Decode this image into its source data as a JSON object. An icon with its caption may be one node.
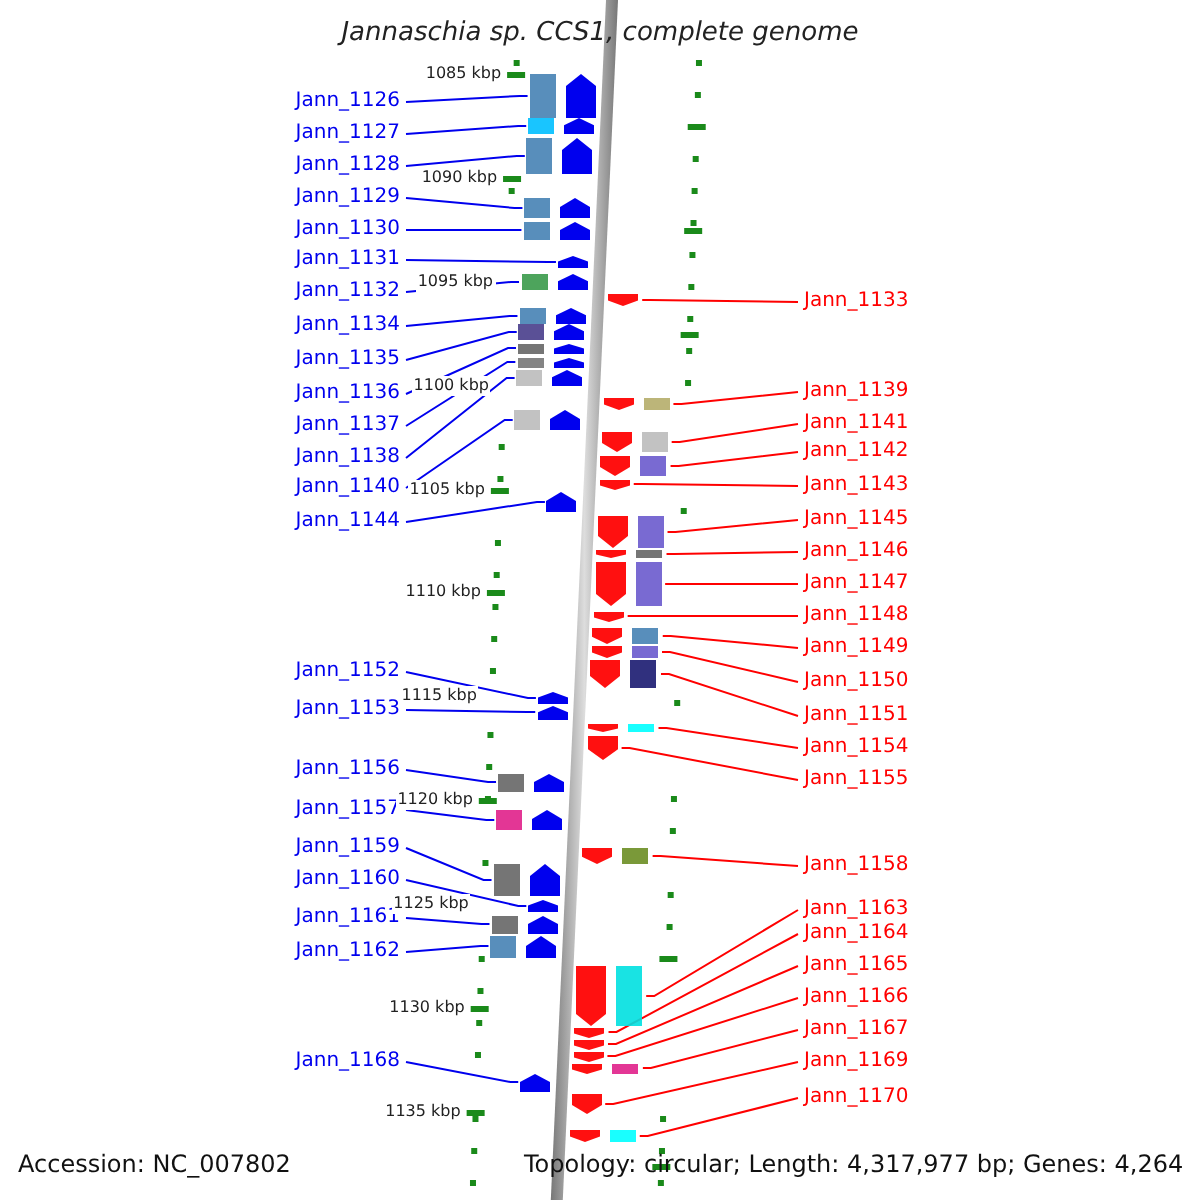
{
  "diagram": {
    "title": "Jannaschia sp. CCS1, complete genome",
    "nodes": [
      {
        "text": [
          "Jann_1126"
        ]
      },
      {
        "text": [
          "Jann_1127"
        ]
      },
      {
        "text": [
          "Jann_1128"
        ]
      },
      {
        "text": [
          "Jann_1129"
        ]
      },
      {
        "text": [
          "Jann_1130"
        ]
      },
      {
        "text": [
          "Jann_1131"
        ]
      },
      {
        "text": [
          "Jann_1132"
        ]
      },
      {
        "text": [
          "Jann_1134"
        ]
      },
      {
        "text": [
          "Jann_1135"
        ]
      },
      {
        "text": [
          "Jann_1136"
        ]
      },
      {
        "text": [
          "Jann_1137"
        ]
      },
      {
        "text": [
          "Jann_1138"
        ]
      },
      {
        "text": [
          "Jann_1140"
        ]
      },
      {
        "text": [
          "Jann_1144"
        ]
      },
      {
        "text": [
          "Jann_1152"
        ]
      },
      {
        "text": [
          "Jann_1153"
        ]
      },
      {
        "text": [
          "Jann_1156"
        ]
      },
      {
        "text": [
          "Jann_1157"
        ]
      },
      {
        "text": [
          "Jann_1159"
        ]
      },
      {
        "text": [
          "Jann_1160"
        ]
      },
      {
        "text": [
          "Jann_1161"
        ]
      },
      {
        "text": [
          "Jann_1162"
        ]
      },
      {
        "text": [
          "Jann_1168"
        ]
      },
      {
        "text": [
          "Jann_1133"
        ]
      },
      {
        "text": [
          "Jann_1139"
        ]
      },
      {
        "text": [
          "Jann_1141"
        ]
      },
      {
        "text": [
          "Jann_1142"
        ]
      },
      {
        "text": [
          "Jann_1143"
        ]
      },
      {
        "text": [
          "Jann_1145"
        ]
      },
      {
        "text": [
          "Jann_1146"
        ]
      },
      {
        "text": [
          "Jann_1147"
        ]
      },
      {
        "text": [
          "Jann_1148"
        ]
      },
      {
        "text": [
          "Jann_1149"
        ]
      },
      {
        "text": [
          "Jann_1150"
        ]
      },
      {
        "text": [
          "Jann_1151"
        ]
      },
      {
        "text": [
          "Jann_1154"
        ]
      },
      {
        "text": [
          "Jann_1155"
        ]
      },
      {
        "text": [
          "Jann_1158"
        ]
      },
      {
        "text": [
          "Jann_1163"
        ]
      },
      {
        "text": [
          "Jann_1164"
        ]
      },
      {
        "text": [
          "Jann_1165"
        ]
      },
      {
        "text": [
          "Jann_1166"
        ]
      },
      {
        "text": [
          "Jann_1167"
        ]
      },
      {
        "text": [
          "Jann_1169"
        ]
      },
      {
        "text": [
          "Jann_1170"
        ]
      },
      {
        "text": [],
        "shape": "arrow"
      },
      {
        "text": [],
        "shape": "arrow"
      },
      {
        "text": [],
        "shape": "arrow"
      },
      {
        "text": [],
        "shape": "arrow"
      },
      {
        "text": [],
        "shape": "arrow"
      },
      {
        "text": [],
        "shape": "arrow"
      },
      {
        "text": [],
        "shape": "arrow"
      },
      {
        "text": [],
        "shape": "arrow"
      },
      {
        "text": [],
        "shape": "arrow"
      },
      {
        "text": [],
        "shape": "arrow"
      },
      {
        "text": [],
        "shape": "arrow"
      },
      {
        "text": [],
        "shape": "arrow"
      },
      {
        "text": [],
        "shape": "arrow"
      },
      {
        "text": [],
        "shape": "arrow"
      },
      {
        "text": [],
        "shape": "arrow"
      },
      {
        "text": [],
        "shape": "arrow"
      },
      {
        "text": [],
        "shape": "arrow"
      },
      {
        "text": [],
        "shape": "arrow"
      },
      {
        "text": [],
        "shape": "arrow"
      },
      {
        "text": [],
        "shape": "arrow"
      },
      {
        "text": [],
        "shape": "arrow"
      },
      {
        "text": [],
        "shape": "arrow"
      },
      {
        "text": [],
        "shape": "arrow"
      },
      {
        "text": [],
        "shape": "arrow"
      },
      {
        "text": [],
        "shape": "arrow"
      },
      {
        "text": [],
        "shape": "arrow"
      },
      {
        "text": [],
        "shape": "arrow"
      },
      {
        "text": [],
        "shape": "arrow"
      },
      {
        "text": [],
        "shape": "arrow"
      },
      {
        "text": [],
        "shape": "arrow"
      },
      {
        "text": [],
        "shape": "arrow"
      },
      {
        "text": [],
        "shape": "arrow"
      },
      {
        "text": [],
        "shape": "arrow"
      },
      {
        "text": [],
        "shape": "arrow"
      },
      {
        "text": [],
        "shape": "arrow"
      },
      {
        "text": [],
        "shape": "arrow"
      },
      {
        "text": [],
        "shape": "arrow"
      },
      {
        "text": [],
        "shape": "arrow"
      },
      {
        "text": [],
        "shape": "arrow"
      },
      {
        "text": [],
        "shape": "arrow"
      },
      {
        "text": [],
        "shape": "arrow"
      },
      {
        "text": [],
        "shape": "arrow"
      },
      {
        "text": [],
        "shape": "arrow"
      },
      {
        "text": [],
        "shape": "arrow"
      },
      {
        "text": [],
        "shape": "arrow"
      }
    ],
    "edges": [
      {
        "from": 0,
        "to": 45,
        "arrow": "none"
      },
      {
        "from": 1,
        "to": 46,
        "arrow": "none"
      },
      {
        "from": 2,
        "to": 47,
        "arrow": "none"
      },
      {
        "from": 3,
        "to": 48,
        "arrow": "none"
      },
      {
        "from": 4,
        "to": 49,
        "arrow": "none"
      },
      {
        "from": 5,
        "to": 50,
        "arrow": "none"
      },
      {
        "from": 6,
        "to": 51,
        "arrow": "none"
      },
      {
        "from": 7,
        "to": 52,
        "arrow": "none"
      },
      {
        "from": 8,
        "to": 53,
        "arrow": "none"
      },
      {
        "from": 9,
        "to": 54,
        "arrow": "none"
      },
      {
        "from": 10,
        "to": 55,
        "arrow": "none"
      },
      {
        "from": 11,
        "to": 56,
        "arrow": "none"
      },
      {
        "from": 12,
        "to": 57,
        "arrow": "none"
      },
      {
        "from": 13,
        "to": 58,
        "arrow": "none"
      },
      {
        "from": 14,
        "to": 59,
        "arrow": "none"
      },
      {
        "from": 15,
        "to": 60,
        "arrow": "none"
      },
      {
        "from": 16,
        "to": 61,
        "arrow": "none"
      },
      {
        "from": 17,
        "to": 62,
        "arrow": "none"
      },
      {
        "from": 18,
        "to": 63,
        "arrow": "none"
      },
      {
        "from": 19,
        "to": 64,
        "arrow": "none"
      },
      {
        "from": 20,
        "to": 65,
        "arrow": "none"
      },
      {
        "from": 21,
        "to": 66,
        "arrow": "none"
      },
      {
        "from": 22,
        "to": 67,
        "arrow": "none"
      },
      {
        "from": 23,
        "to": 68,
        "arrow": "none",
        "color": "#ff0000"
      },
      {
        "from": 24,
        "to": 69,
        "arrow": "none",
        "color": "#ff0000"
      },
      {
        "from": 25,
        "to": 70,
        "arrow": "none",
        "color": "#ff0000"
      },
      {
        "from": 26,
        "to": 71,
        "arrow": "none",
        "color": "#ff0000"
      },
      {
        "from": 27,
        "to": 72,
        "arrow": "none",
        "color": "#ff0000"
      },
      {
        "from": 28,
        "to": 73,
        "arrow": "none",
        "color": "#ff0000"
      },
      {
        "from": 29,
        "to": 74,
        "arrow": "none",
        "color": "#ff0000"
      },
      {
        "from": 30,
        "to": 75,
        "arrow": "none",
        "color": "#ff0000"
      },
      {
        "from": 31,
        "to": 76,
        "arrow": "none",
        "color": "#ff0000"
      },
      {
        "from": 32,
        "to": 77,
        "arrow": "none",
        "color": "#ff0000"
      },
      {
        "from": 33,
        "to": 78,
        "arrow": "none",
        "color": "#ff0000"
      },
      {
        "from": 34,
        "to": 79,
        "arrow": "none",
        "color": "#ff0000"
      },
      {
        "from": 35,
        "to": 80,
        "arrow": "none",
        "color": "#ff0000"
      },
      {
        "from": 36,
        "to": 81,
        "arrow": "none",
        "color": "#ff0000"
      },
      {
        "from": 37,
        "to": 82,
        "arrow": "none",
        "color": "#ff0000"
      },
      {
        "from": 38,
        "to": 83,
        "arrow": "none",
        "color": "#ff0000"
      },
      {
        "from": 39,
        "to": 84,
        "arrow": "none",
        "color": "#ff0000"
      },
      {
        "from": 40,
        "to": 85,
        "arrow": "none",
        "color": "#ff0000"
      },
      {
        "from": 41,
        "to": 86,
        "arrow": "none",
        "color": "#ff0000"
      },
      {
        "from": 42,
        "to": 87,
        "arrow": "none",
        "color": "#ff0000"
      },
      {
        "from": 43,
        "to": 88,
        "arrow": "none",
        "color": "#ff0000"
      },
      {
        "from": 44,
        "to": 89,
        "arrow": "none",
        "color": "#ff0000"
      }
    ],
    "labels": [
      "1085 kbp",
      "1090 kbp",
      "1095 kbp",
      "1100 kbp",
      "1105 kbp",
      "1110 kbp",
      "1115 kbp",
      "1120 kbp",
      "1125 kbp",
      "1130 kbp",
      "1135 kbp",
      "Accession: NC_007802",
      "Topology: circular; Length: 4,317,977 bp; Genes: 4,264"
    ]
  }
}
